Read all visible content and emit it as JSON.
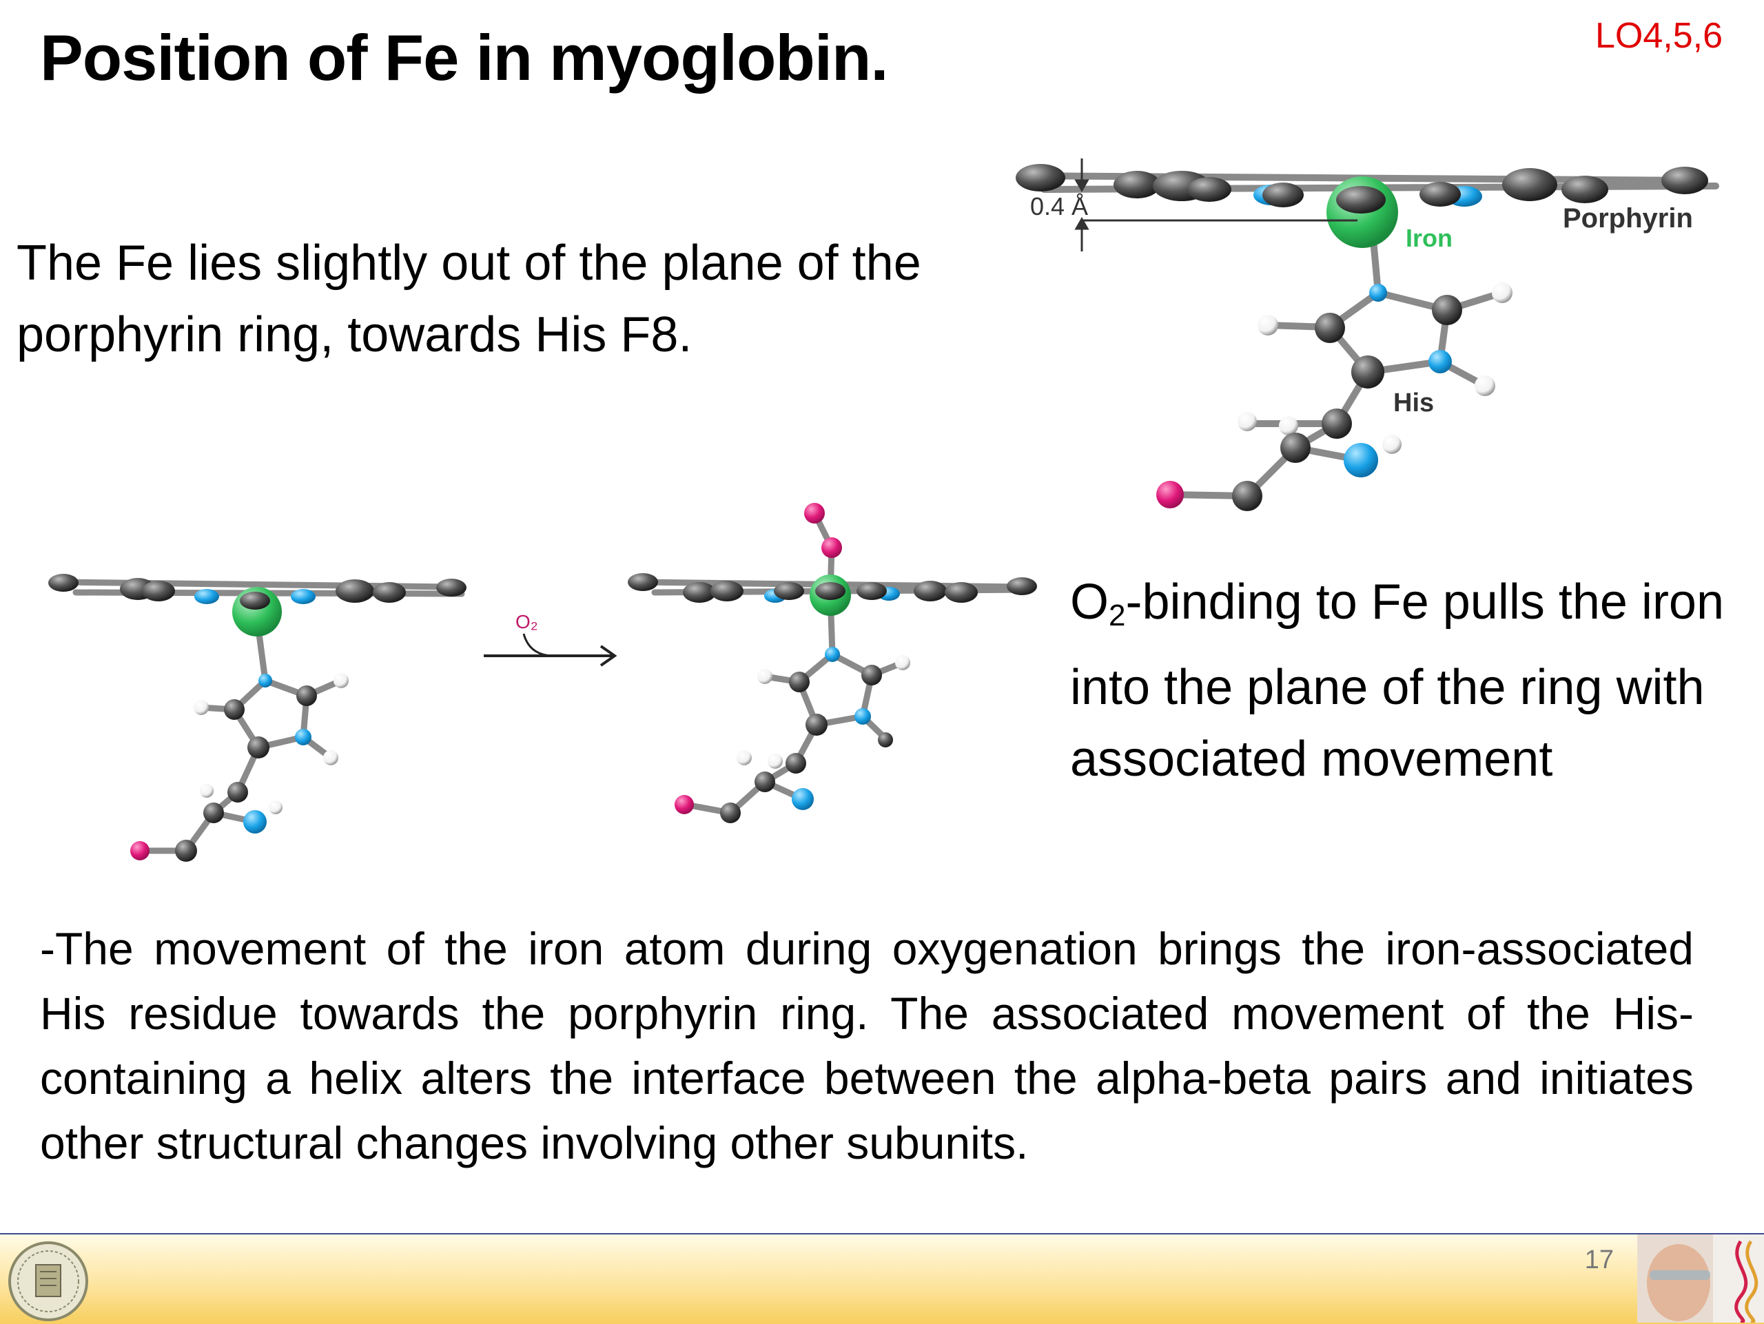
{
  "slide": {
    "title": "Position of Fe in myoglobin.",
    "lo_code": "LO4,5,6",
    "para_fe_position": "The Fe lies slightly out of the plane of the porphyrin ring, towards His F8.",
    "para_o2_prefix": "O",
    "para_o2_sub": "2",
    "para_o2_rest": "-binding to Fe pulls the iron  into the plane of the ring with  associated movement",
    "para_movement": "-The movement of the iron atom during oxygenation brings the iron-associated His residue towards the porphyrin ring. The associated movement of the His-containing a helix alters the interface between the alpha-beta pairs and initiates other structural changes involving other subunits.",
    "page_number": "17"
  },
  "diagram": {
    "distance_label": "0.4 Å",
    "porphyrin_label": "Porphyrin",
    "iron_label": "Iron",
    "his_label": "His",
    "o2_label": "O₂",
    "colors": {
      "iron": "#2fbf5a",
      "carbon": "#4a4a4a",
      "nitrogen": "#1aa3e8",
      "oxygen": "#e0197a",
      "hydrogen": "#ffffff"
    }
  }
}
